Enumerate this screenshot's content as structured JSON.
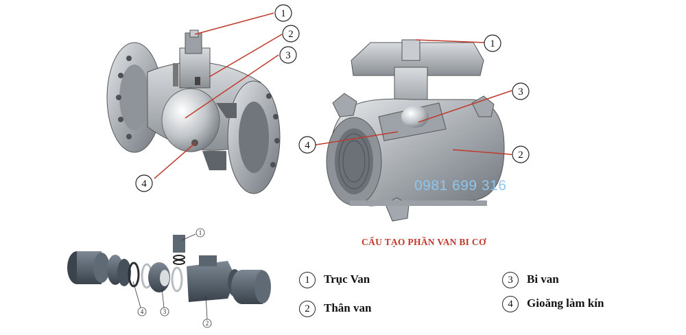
{
  "title": "CẤU TẠO PHẦN VAN BI CƠ",
  "phone": "0981 699 316",
  "legend": [
    {
      "num": "1",
      "label": "Trục Van"
    },
    {
      "num": "2",
      "label": "Thân van"
    },
    {
      "num": "3",
      "label": "Bi van"
    },
    {
      "num": "4",
      "label": "Gioăng làm kín"
    }
  ],
  "callouts": {
    "left": [
      "1",
      "2",
      "3",
      "4"
    ],
    "right": [
      "1",
      "3",
      "4",
      "2"
    ],
    "exploded": [
      "1",
      "4",
      "3",
      "2"
    ]
  },
  "colors": {
    "title": "#c0392b",
    "leader": "#c0392b",
    "phone": "#8fc6ee",
    "metal": "#b8bcc0",
    "pvc": "#4f5b66"
  }
}
